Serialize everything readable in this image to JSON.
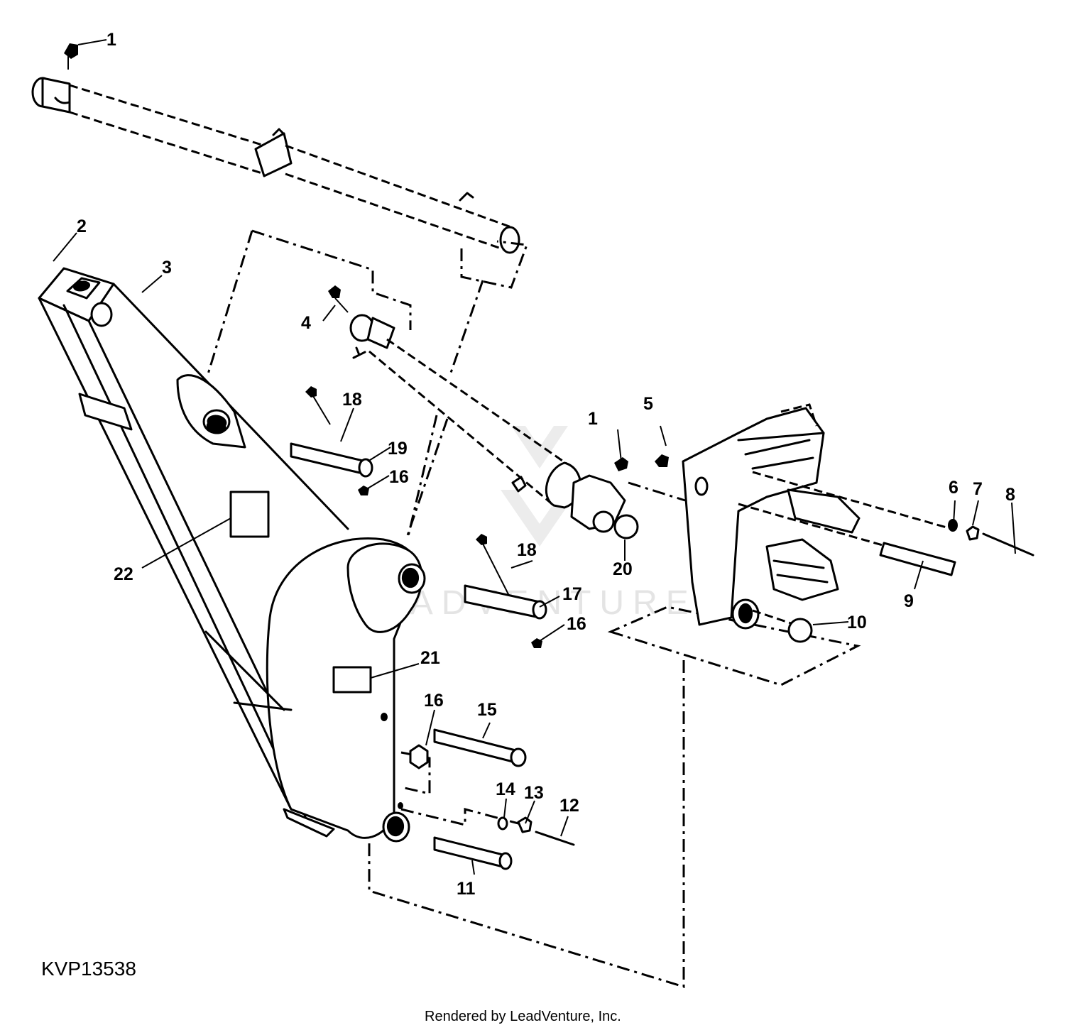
{
  "figure_id": "KVP13538",
  "credit": "Rendered by LeadVenture, Inc.",
  "watermark": "LEADVENTURE",
  "callouts": [
    "1",
    "1",
    "2",
    "3",
    "4",
    "5",
    "6",
    "7",
    "8",
    "9",
    "10",
    "11",
    "12",
    "13",
    "14",
    "15",
    "16",
    "16",
    "16",
    "17",
    "18",
    "18",
    "19",
    "20",
    "21",
    "22"
  ]
}
